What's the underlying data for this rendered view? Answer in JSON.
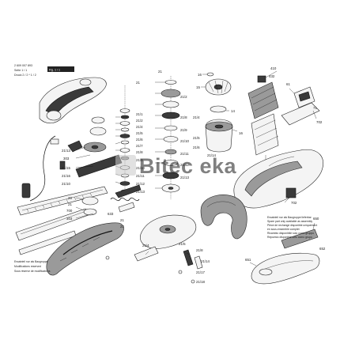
{
  "header": {
    "code": "2 609 007 893",
    "line2": "Seite 1 / 1",
    "line3": "Druck 2 / 2 * 1 / 2",
    "badge": "Fig. 1 / 1"
  },
  "watermark": "Bitec eka",
  "callouts": {
    "col_shaft": [
      "21",
      "21/1",
      "21/2",
      "21/4",
      "21/5",
      "21/6",
      "21/7",
      "21/8",
      "21/9",
      "21/10",
      "21/11",
      "21/12",
      "21/13"
    ],
    "col_motor": [
      "21",
      "21/2",
      "21/8",
      "21/9",
      "21/10",
      "21/11",
      "21/12",
      "21/13"
    ],
    "motor_top": [
      "16",
      "15",
      "21/4",
      "21/5",
      "21/6",
      "14",
      "21/14",
      "16"
    ],
    "right_top": [
      "410",
      "432",
      "61",
      "71",
      "702",
      "702"
    ],
    "left_side": [
      "21/13",
      "303",
      "21/15",
      "21/16",
      "21/10"
    ],
    "left_lower": [
      "20",
      "21",
      "700",
      "303",
      "633",
      "21",
      "22"
    ],
    "bottom_mid": [
      "21/4",
      "21/5",
      "21/8",
      "21/14",
      "21/17",
      "21/18"
    ],
    "right_lower": [
      "650",
      "651",
      "652"
    ]
  },
  "notes": {
    "bottom_left": [
      "Ersatzteil nur als Baugruppe",
      "Modifications reserved",
      "Sous réserve de modifications"
    ],
    "bottom_right": [
      "Ersatzteil nur als Baugruppe lieferbar",
      "Spare part only available as assembly",
      "Pièce de rechange disponible uniquement",
      "en sous-ensemble complet",
      "Ricambio disponibile solo come gruppo",
      "Repuesto disponible solo como grupo"
    ]
  },
  "colors": {
    "ink": "#111111",
    "watermark": "#c4c4c4",
    "paper": "#ffffff"
  }
}
